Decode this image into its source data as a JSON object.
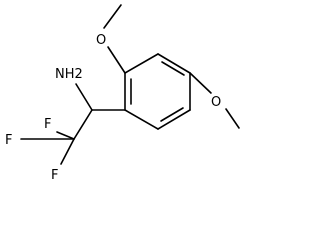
{
  "molecule": {
    "labels": {
      "amine": "NH2",
      "fluorine_top": "F",
      "fluorine_left": "F",
      "fluorine_bottom": "F",
      "oxygen_upper_methoxy": "O",
      "oxygen_para_methoxy": "O"
    },
    "colors": {
      "bond": "#000000",
      "label": "#000000",
      "background": "#ffffff"
    }
  }
}
